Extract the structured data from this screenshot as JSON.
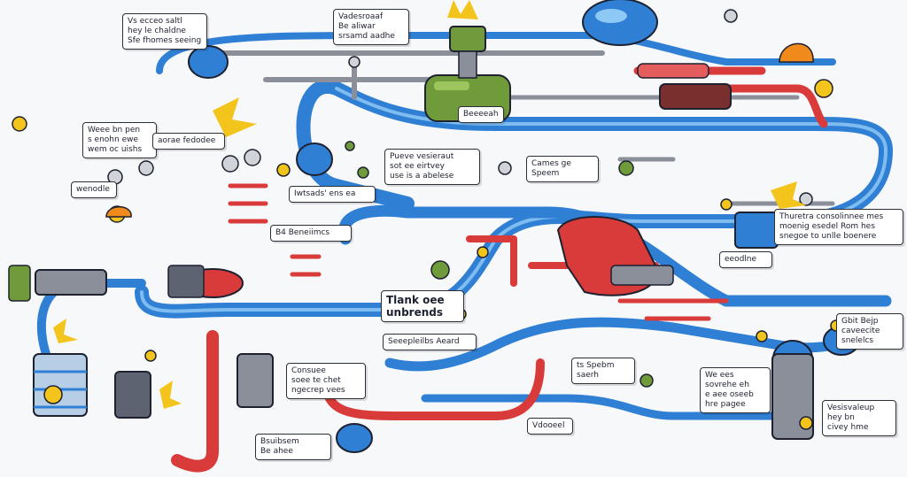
{
  "colors": {
    "pipe_blue": "#2f7fd4",
    "pipe_red": "#d93a3a",
    "pipe_grey": "#8a8f99",
    "tank_green": "#6f9b3a",
    "accent_yellow": "#f3c41c",
    "accent_orange": "#f08a1c"
  },
  "labels": {
    "l1": "Vs ecceo saltl\nhey le chaldne\nSfe fhomes seeing",
    "l2": "Vadesroaaf\nBe aliwar\nsrsamd aadhe",
    "l3": "Weee bn pen\ns enohn ewe\nwem oc uishs",
    "l4": "aorae fedodee",
    "l5": "Pueve vesieraut\nsot ee eirtvey\nuse is a abelese",
    "l6": "Cames ge\nSpeem",
    "l7": "wenodle",
    "l8": "Iwtsads' ens ea",
    "l9": "B4 Beneiimcs",
    "l10": "Thuretra consolinnee mes\nmoenig esedel Rom hes\nsnegoe to unlle boenere",
    "l11": "eeodlne",
    "l12": "Tlank oee\nunbrends",
    "l13": "Seeepleilbs Aeard",
    "l14": "Consuee\nsoee te chet\nngecrep vees",
    "l15": "ts Spebm\nsaerh",
    "l16": "Gbit Bejp\ncaveecite\nsnelelcs",
    "l17": "We ees\nsovrehe eh\ne aee oseeb\nhre pagee",
    "l18": "Vesisvaleup\nhey bn\ncivey hme",
    "l19": "Bsuibsem\nBe ahee",
    "l20": "Vdooeel",
    "l21": "Beeeeah"
  }
}
